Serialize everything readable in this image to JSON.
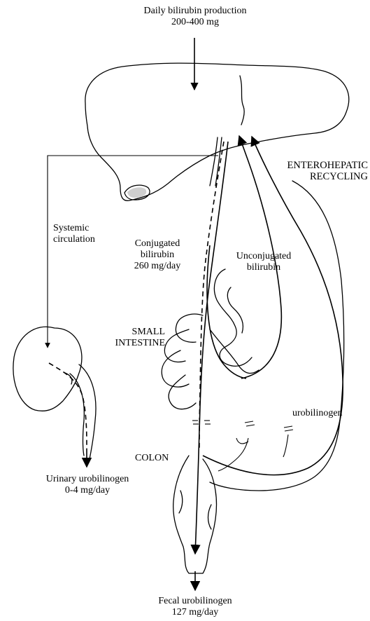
{
  "labels": {
    "production_line1": "Daily bilirubin production",
    "production_line2": "200-400 mg",
    "enterohepatic_line1": "ENTEROHEPATIC",
    "enterohepatic_line2": "RECYCLING",
    "systemic_line1": "Systemic",
    "systemic_line2": "circulation",
    "conjugated_line1": "Conjugated",
    "conjugated_line2": "bilirubin",
    "conjugated_line3": "260 mg/day",
    "unconjugated_line1": "Unconjugated",
    "unconjugated_line2": "bilirubin",
    "small_intestine_line1": "SMALL",
    "small_intestine_line2": "INTESTINE",
    "urobilinogen": "urobilinogen",
    "colon": "COLON",
    "urinary_line1": "Urinary urobilinogen",
    "urinary_line2": "0-4 mg/day",
    "fecal_line1": "Fecal urobilinogen",
    "fecal_line2": "127 mg/day"
  }
}
